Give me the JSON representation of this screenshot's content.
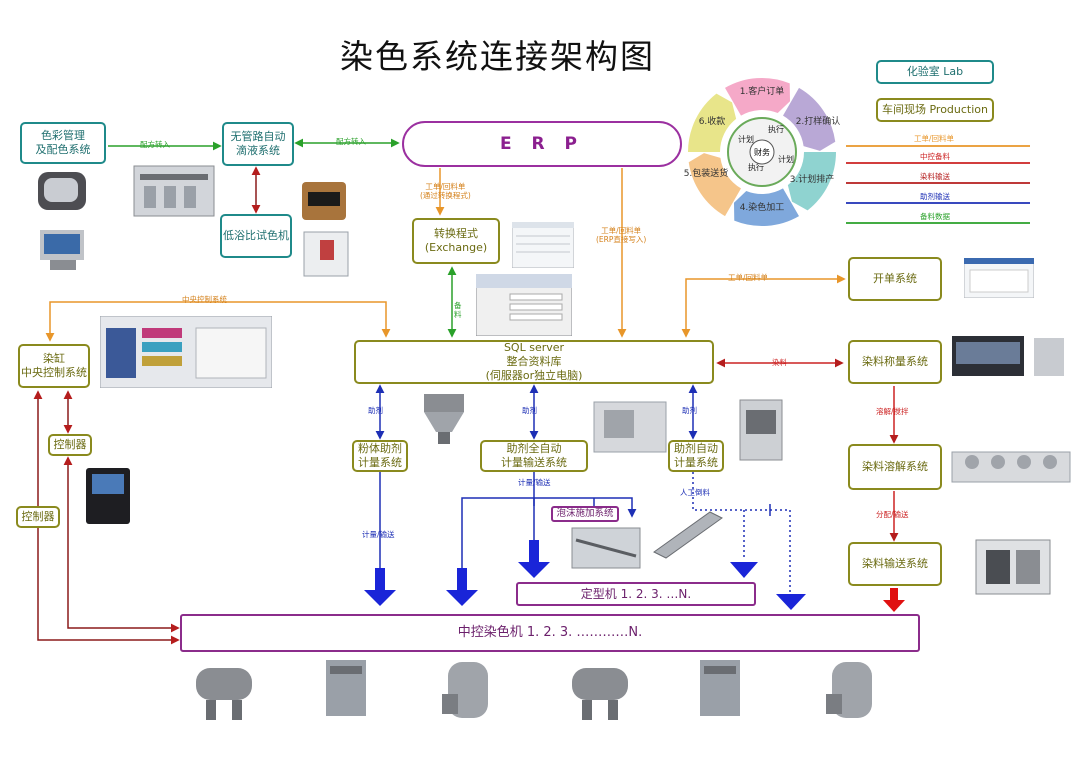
{
  "title": "染色系统连接架构图",
  "legend_boxes": {
    "lab": "化验室 Lab",
    "production": "车间现场 Production"
  },
  "legend_lines": [
    {
      "label": "工单/回料单",
      "color": "#e8962a"
    },
    {
      "label": "中控备料",
      "color": "#cc2222"
    },
    {
      "label": "染料输送",
      "color": "#b51d1d"
    },
    {
      "label": "助剂输送",
      "color": "#1d2fb5"
    },
    {
      "label": "备料数据",
      "color": "#2aa12a"
    }
  ],
  "cycle": {
    "steps": [
      "1.客户订单",
      "2.打样确认",
      "3.计划排产",
      "4.染色加工",
      "5.包装送货",
      "6.收款"
    ],
    "inner": [
      "计划",
      "执行",
      "计划",
      "执行"
    ],
    "center": "财务"
  },
  "nodes": {
    "color_mgmt": "色彩管理\n及配色系统",
    "auto_dispense": "无管路自动\n滴液系统",
    "erp": "E R P",
    "low_bath": "低浴比试色机",
    "exchange": "转换程式\n(Exchange)",
    "dye_central": "染缸\n中央控制系统",
    "sql": "SQL server\n整合资料库\n(伺服器or独立电脑)",
    "order_sys": "开单系统",
    "dye_weigh": "染料称量系统",
    "powder_aux": "粉体助剂\n计量系统",
    "aux_full_auto": "助剂全自动\n计量输送系统",
    "aux_auto": "助剂自动\n计量系统",
    "foam": "泡沫施加系统",
    "controller1": "控制器",
    "controller2": "控制器",
    "dye_dissolve": "染料溶解系统",
    "dye_transport": "染料输送系统",
    "stenter": "定型机 1. 2. 3. …N.",
    "dyeing_machine": "中控染色机 1. 2. 3. …………N."
  },
  "edge_labels": {
    "recipe_in_1": "配方转入",
    "recipe_in_2": "配方转入",
    "erp_exchange": "工单/回料单\n(通过转换程式)",
    "erp_direct": "工单/回料单\n(ERP直接写入)",
    "prep": "备\n料",
    "central_ctrl": "中央控制系统",
    "order_sql": "工单/回料单",
    "dye_sql": "染料",
    "aux1": "助剂",
    "aux2": "助剂",
    "aux3": "助剂",
    "dissolve_stir": "溶解/搅拌",
    "dist_transport": "分配/输送",
    "measure_transport_1": "计量/输送",
    "measure_transport_2": "计量/输送",
    "manual_dose": "人工倒料"
  }
}
